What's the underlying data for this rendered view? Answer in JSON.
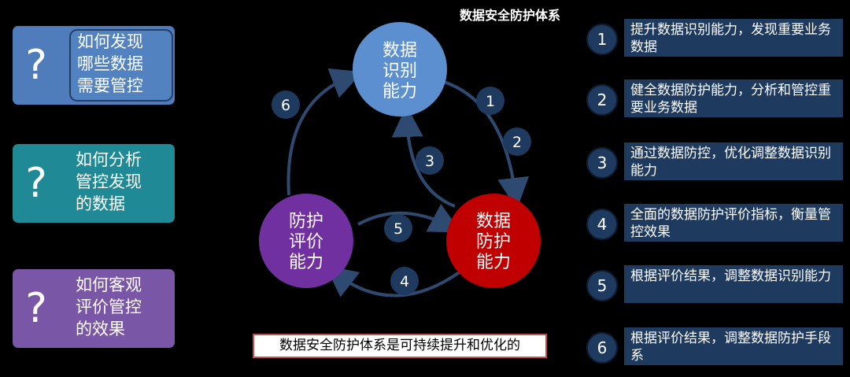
{
  "title": "数据安全防护体系",
  "questions": [
    {
      "mark": "?",
      "lines": [
        "如何发现",
        "哪些数据",
        "需要管控"
      ],
      "color": "#4f7dbb"
    },
    {
      "mark": "?",
      "lines": [
        "如何分析",
        "管控发现",
        "的数据"
      ],
      "color": "#1f8a95"
    },
    {
      "mark": "?",
      "lines": [
        "如何客观",
        "评价管控",
        "的效果"
      ],
      "color": "#7a56a6"
    }
  ],
  "nodes": {
    "identify": {
      "lines": [
        "数据",
        "识别",
        "能力"
      ],
      "color": "#5b8fcf"
    },
    "protect": {
      "lines": [
        "数据",
        "防护",
        "能力"
      ],
      "color": "#c00000"
    },
    "evaluate": {
      "lines": [
        "防护",
        "评价",
        "能力"
      ],
      "color": "#7030a0"
    }
  },
  "cycle_labels": [
    "1",
    "2",
    "3",
    "4",
    "5",
    "6"
  ],
  "bottom_note": "数据安全防护体系是可持续提升和优化的",
  "steps": [
    {
      "num": "1",
      "text": "提升数据识别能力，发现重要业务数据"
    },
    {
      "num": "2",
      "text": "健全数据防护能力，分析和管控重要业务数据"
    },
    {
      "num": "3",
      "text": "通过数据防控，优化调整数据识别能力"
    },
    {
      "num": "4",
      "text": "全面的数据防护评价指标，衡量管控效果"
    },
    {
      "num": "5",
      "text": "根据评价结果，调整数据识别能力"
    },
    {
      "num": "6",
      "text": "根据评价结果，调整数据防护手段系"
    }
  ]
}
